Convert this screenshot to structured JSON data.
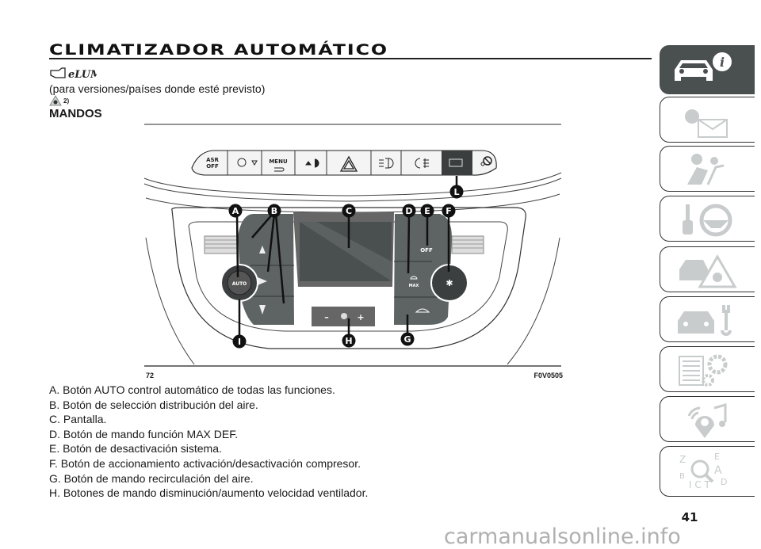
{
  "header": {
    "title": "CLIMATIZADOR AUTOMÁTICO",
    "elum_logo": "eLUM",
    "subtitle": "(para versiones/países donde esté previsto)",
    "warning_ref": "2)",
    "section": "MANDOS"
  },
  "figure": {
    "number": "72",
    "code": "F0V0505",
    "button_labels": {
      "asr": "ASR",
      "asr_off": "OFF",
      "menu": "MENU",
      "auto": "AUTO",
      "off": "OFF",
      "max": "MAX",
      "minus": "–",
      "plus": "+"
    },
    "callouts": [
      "A",
      "B",
      "C",
      "D",
      "E",
      "F",
      "G",
      "H",
      "I",
      "L"
    ]
  },
  "legend": [
    "A. Botón AUTO control automático de todas las funciones.",
    "B. Botón de selección distribución del aire.",
    "C. Pantalla.",
    "D. Botón de mando función MAX DEF.",
    "E. Botón de desactivación sistema.",
    "F. Botón de accionamiento activación/desactivación compresor.",
    "G. Botón de mando recirculación del aire.",
    "H. Botones de mando disminución/aumento velocidad ventilador."
  ],
  "sidebar": {
    "tabs": [
      {
        "icon": "car-info-icon",
        "active": true
      },
      {
        "icon": "warning-lights-messages-icon"
      },
      {
        "icon": "safety-airbag-icon"
      },
      {
        "icon": "starting-driving-icon"
      },
      {
        "icon": "emergency-icon"
      },
      {
        "icon": "maintenance-icon"
      },
      {
        "icon": "technical-data-icon"
      },
      {
        "icon": "multimedia-icon"
      },
      {
        "icon": "index-icon"
      }
    ]
  },
  "page_number": "41",
  "watermark": "carmanualsonline.info",
  "colors": {
    "active_tab": "#4a4f4f",
    "inactive_icon": "#c8cccc",
    "text": "#1a1a1a"
  }
}
